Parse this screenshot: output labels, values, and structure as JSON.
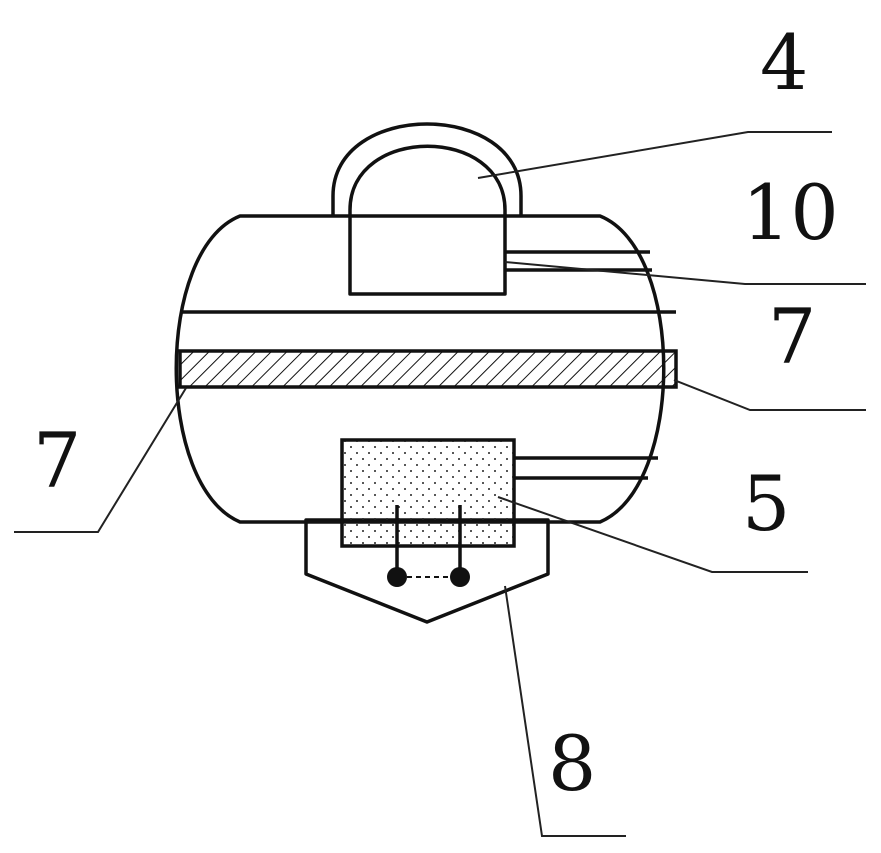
{
  "labels": {
    "l4": "4",
    "l10": "10",
    "l7_right": "7",
    "l7_left": "7",
    "l5": "5",
    "l8": "8"
  },
  "colors": {
    "stroke": "#111111",
    "background": "#ffffff"
  }
}
